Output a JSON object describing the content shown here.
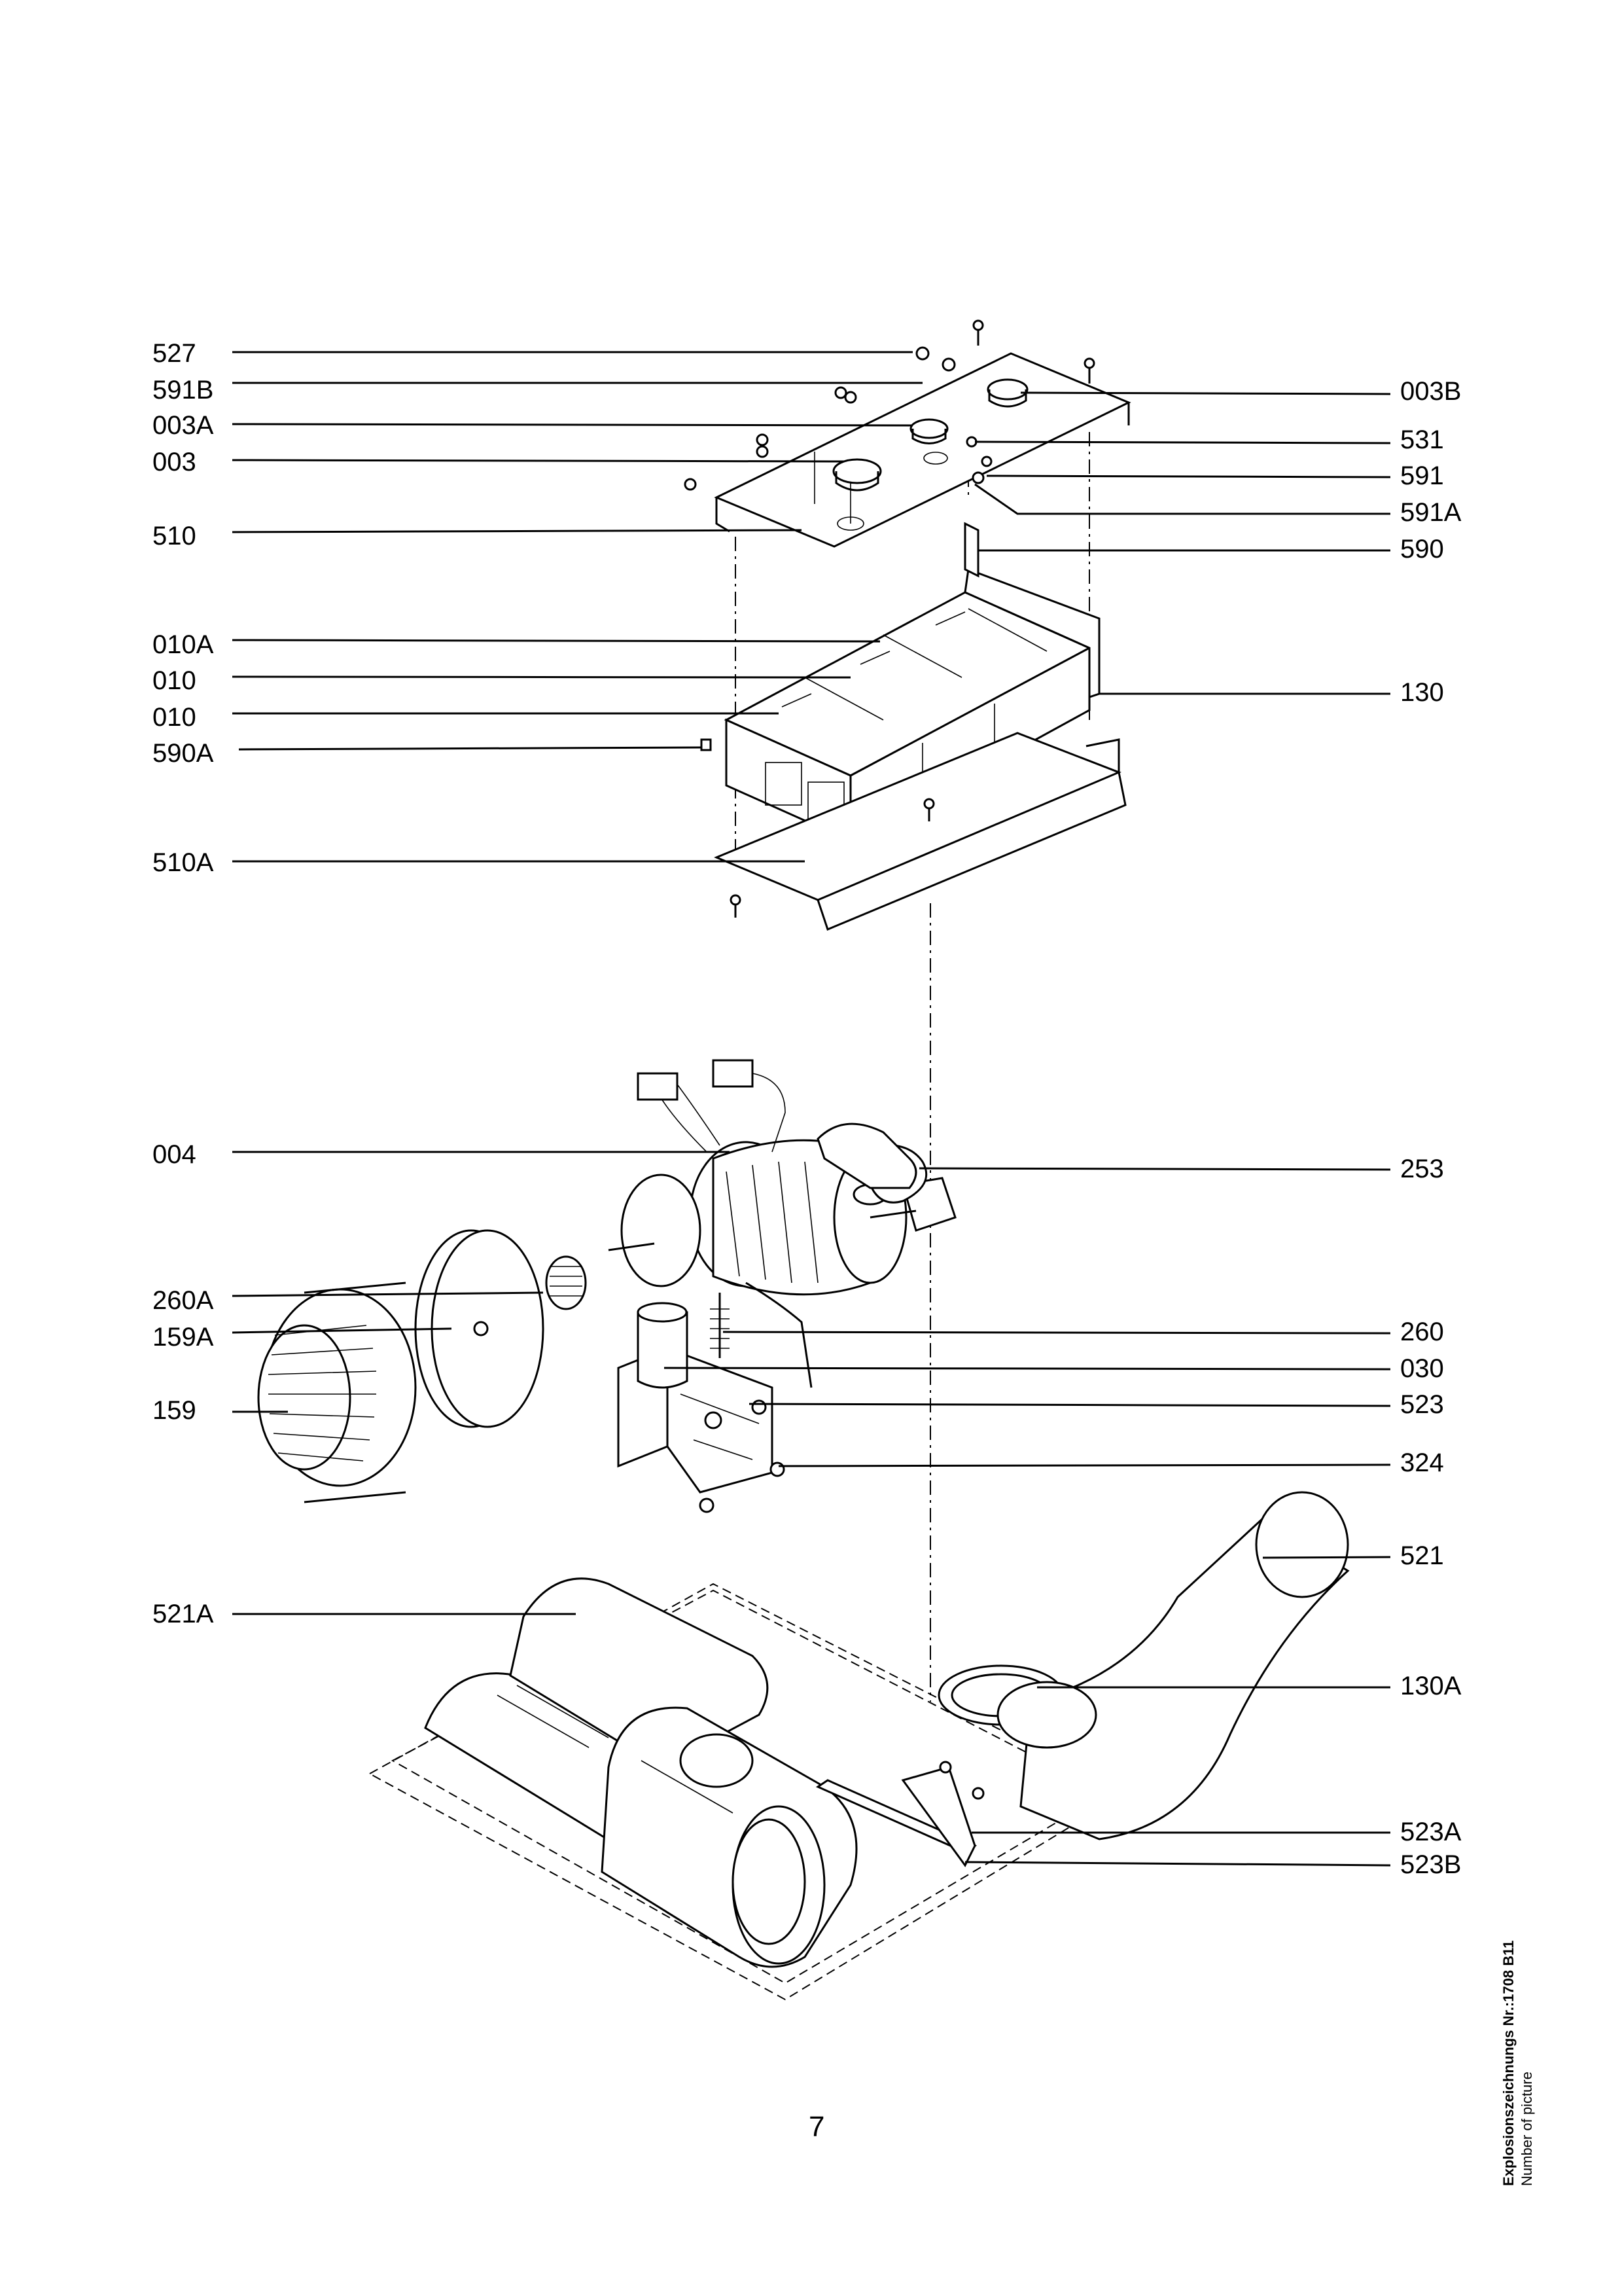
{
  "labels_left": [
    {
      "id": "527",
      "text": "527"
    },
    {
      "id": "591B",
      "text": "591B"
    },
    {
      "id": "003A",
      "text": "003A"
    },
    {
      "id": "003",
      "text": "003"
    },
    {
      "id": "510",
      "text": "510"
    },
    {
      "id": "010A",
      "text": "010A"
    },
    {
      "id": "010-1",
      "text": "010"
    },
    {
      "id": "010-2",
      "text": "010"
    },
    {
      "id": "590A",
      "text": "590A"
    },
    {
      "id": "510A",
      "text": "510A"
    },
    {
      "id": "004",
      "text": "004"
    },
    {
      "id": "260A",
      "text": "260A"
    },
    {
      "id": "159A",
      "text": "159A"
    },
    {
      "id": "159",
      "text": "159"
    },
    {
      "id": "521A",
      "text": "521A"
    }
  ],
  "labels_right": [
    {
      "id": "003B",
      "text": "003B"
    },
    {
      "id": "531",
      "text": "531"
    },
    {
      "id": "591",
      "text": "591"
    },
    {
      "id": "591A",
      "text": "591A"
    },
    {
      "id": "590",
      "text": "590"
    },
    {
      "id": "130",
      "text": "130"
    },
    {
      "id": "253",
      "text": "253"
    },
    {
      "id": "260",
      "text": "260"
    },
    {
      "id": "030",
      "text": "030"
    },
    {
      "id": "523",
      "text": "523"
    },
    {
      "id": "324",
      "text": "324"
    },
    {
      "id": "521",
      "text": "521"
    },
    {
      "id": "130A",
      "text": "130A"
    },
    {
      "id": "523A",
      "text": "523A"
    },
    {
      "id": "523B",
      "text": "523B"
    }
  ],
  "page_number": "7",
  "side_caption": {
    "line1": "Explosionszeichnungs Nr.:1708 B11",
    "line2": "Number of picture"
  }
}
